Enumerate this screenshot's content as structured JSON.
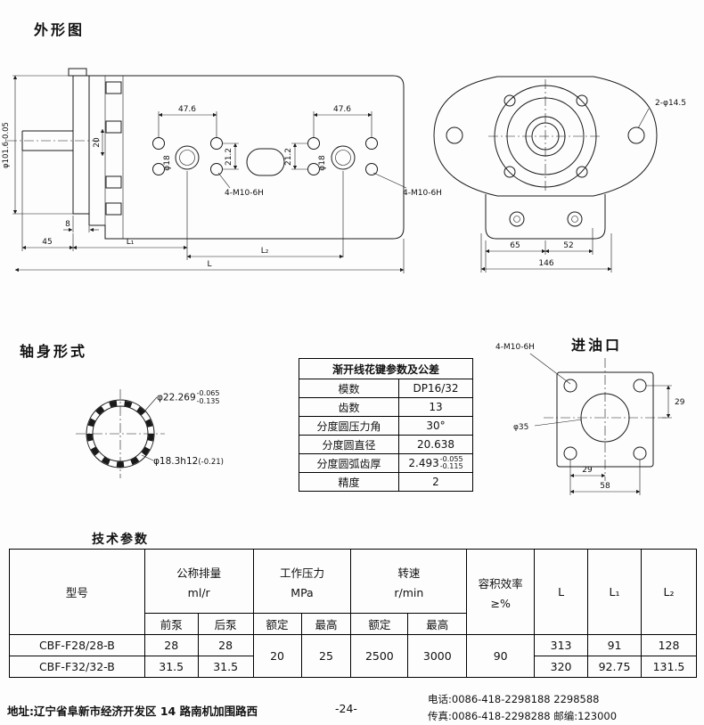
{
  "titles": {
    "outline": "外形图",
    "shaft": "轴身形式",
    "inlet": "进油口",
    "params": "技术参数"
  },
  "outline_dims": {
    "span_47_6_a": "47.6",
    "span_47_6_b": "47.6",
    "h_21_2_a": "21.2",
    "h_21_2_b": "21.2",
    "phi_18_a": "φ18",
    "phi_18_b": "φ18",
    "thread_a": "4-M10-6H",
    "thread_b": "4-M10-6H",
    "pilot_dia": "φ101.6-0.05",
    "key_20": "20",
    "flange_8": "8",
    "len_45": "45",
    "len_L1": "L₁",
    "len_L2": "L₂",
    "len_L": "L",
    "holes_2_phi14_5": "2-φ14.5",
    "len_65": "65",
    "len_52": "52",
    "len_146": "146"
  },
  "shaft_view": {
    "major": {
      "main": "φ22.269",
      "tol_upper": "-0.065",
      "tol_lower": "-0.135"
    },
    "minor": {
      "main": "φ18.3h12",
      "tol": "(-0.21)"
    }
  },
  "spline_table": {
    "header": "渐开线花键参数及公差",
    "rows": [
      {
        "label": "模数",
        "value": "DP16/32"
      },
      {
        "label": "齿数",
        "value": "13"
      },
      {
        "label": "分度圆压力角",
        "value": "30°"
      },
      {
        "label": "分度圆直径",
        "value": "20.638"
      },
      {
        "label": "分度圆弧齿厚",
        "value": "2.493",
        "tol_upper": "-0.055",
        "tol_lower": "-0.115"
      },
      {
        "label": "精度",
        "value": "2"
      }
    ]
  },
  "inlet_dims": {
    "thread": "4-M10-6H",
    "bore": "φ35",
    "v_29": "29",
    "h_29": "29",
    "h_58": "58"
  },
  "params_table": {
    "headers": {
      "model": "型号",
      "displacement": "公称排量",
      "displacement_unit": "ml/r",
      "pressure": "工作压力",
      "pressure_unit": "MPa",
      "speed": "转速",
      "speed_unit": "r/min",
      "efficiency": "容积效率",
      "efficiency_unit": "≥%",
      "L": "L",
      "L1": "L₁",
      "L2": "L₂",
      "front": "前泵",
      "rear": "后泵",
      "rated_p": "额定",
      "max_p": "最高",
      "rated_s": "额定",
      "max_s": "最高"
    },
    "shared": {
      "rated_pressure": "20",
      "max_pressure": "25",
      "rated_speed": "2500",
      "max_speed": "3000",
      "efficiency": "90"
    },
    "rows": [
      {
        "model": "CBF-F28/28-B",
        "front": "28",
        "rear": "28",
        "L": "313",
        "L1": "91",
        "L2": "128"
      },
      {
        "model": "CBF-F32/32-B",
        "front": "31.5",
        "rear": "31.5",
        "L": "320",
        "L1": "92.75",
        "L2": "131.5"
      }
    ]
  },
  "footer": {
    "address": "地址:辽宁省阜新市经济开发区 14 路南机加围路西",
    "page_number": "-24-",
    "phone": "电话:0086-418-2298188    2298588",
    "fax": "传真:0086-418-2298288    邮编:123000"
  }
}
